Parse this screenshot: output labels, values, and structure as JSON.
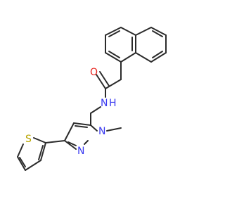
{
  "molecule": {
    "atom_labels": {
      "oxygen": "O",
      "amide_nh": "N",
      "amide_h": "H",
      "pyrazole_n1": "N",
      "pyrazole_n2": "N",
      "sulfur": "S"
    },
    "colors": {
      "bond": "#2b2b2b",
      "nitrogen": "#3a3af0",
      "oxygen": "#e8251f",
      "sulfur": "#b8a400"
    }
  }
}
